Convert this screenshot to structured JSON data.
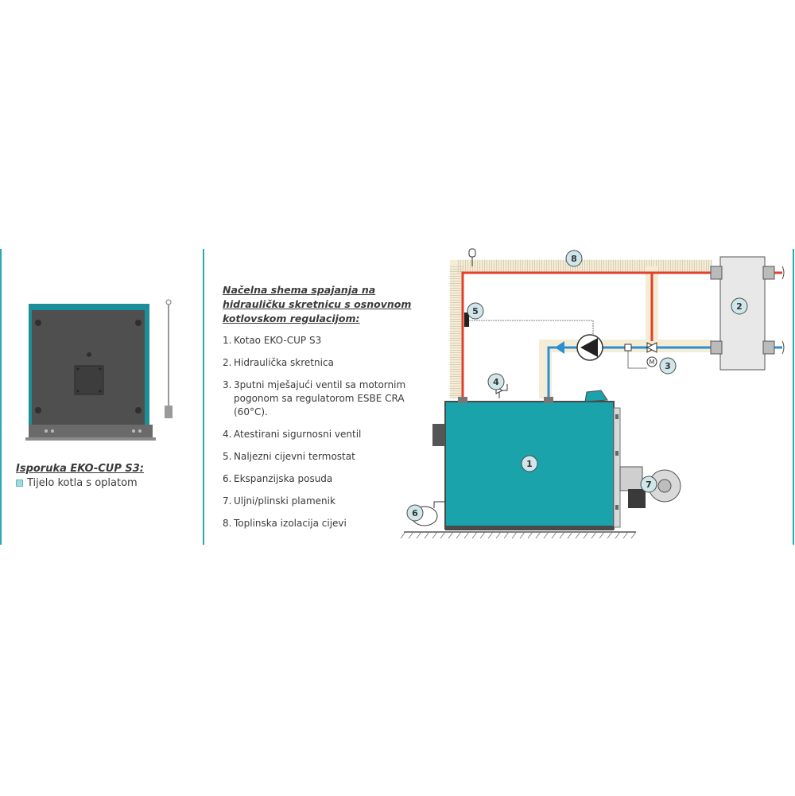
{
  "delivery": {
    "title": "Isporuka EKO-CUP S3:",
    "items": [
      "Tijelo kotla s oplatom"
    ]
  },
  "scheme": {
    "title": "Načelna shema spajanja na hidrauličku skretnicu s osnovnom kotlovskom regulacijom:",
    "legend": [
      {
        "num": "1.",
        "text": "Kotao EKO-CUP S3"
      },
      {
        "num": "2.",
        "text": "Hidraulička skretnica"
      },
      {
        "num": "3.",
        "text": "3putni mješajući ventil sa motornim pogonom sa regulatorom ESBE CRA (60°C)."
      },
      {
        "num": "4.",
        "text": "Atestirani sigurnosni ventil"
      },
      {
        "num": "5.",
        "text": "Naljezni cijevni termostat"
      },
      {
        "num": "6.",
        "text": "Ekspanzijska posuda"
      },
      {
        "num": "7.",
        "text": "Uljni/plinski plamenik"
      },
      {
        "num": "8.",
        "text": "Toplinska izolacija cijevi"
      }
    ]
  },
  "diagram_labels": [
    "1",
    "2",
    "3",
    "4",
    "5",
    "6",
    "7",
    "8"
  ],
  "colors": {
    "accent": "#2aa8b4",
    "boiler": "#1aa3ab",
    "hot_pipe": "#e2402a",
    "cold_pipe": "#2b8fd1",
    "insulation": "#f5ecd6",
    "panel_dark": "#4a4a4a"
  }
}
